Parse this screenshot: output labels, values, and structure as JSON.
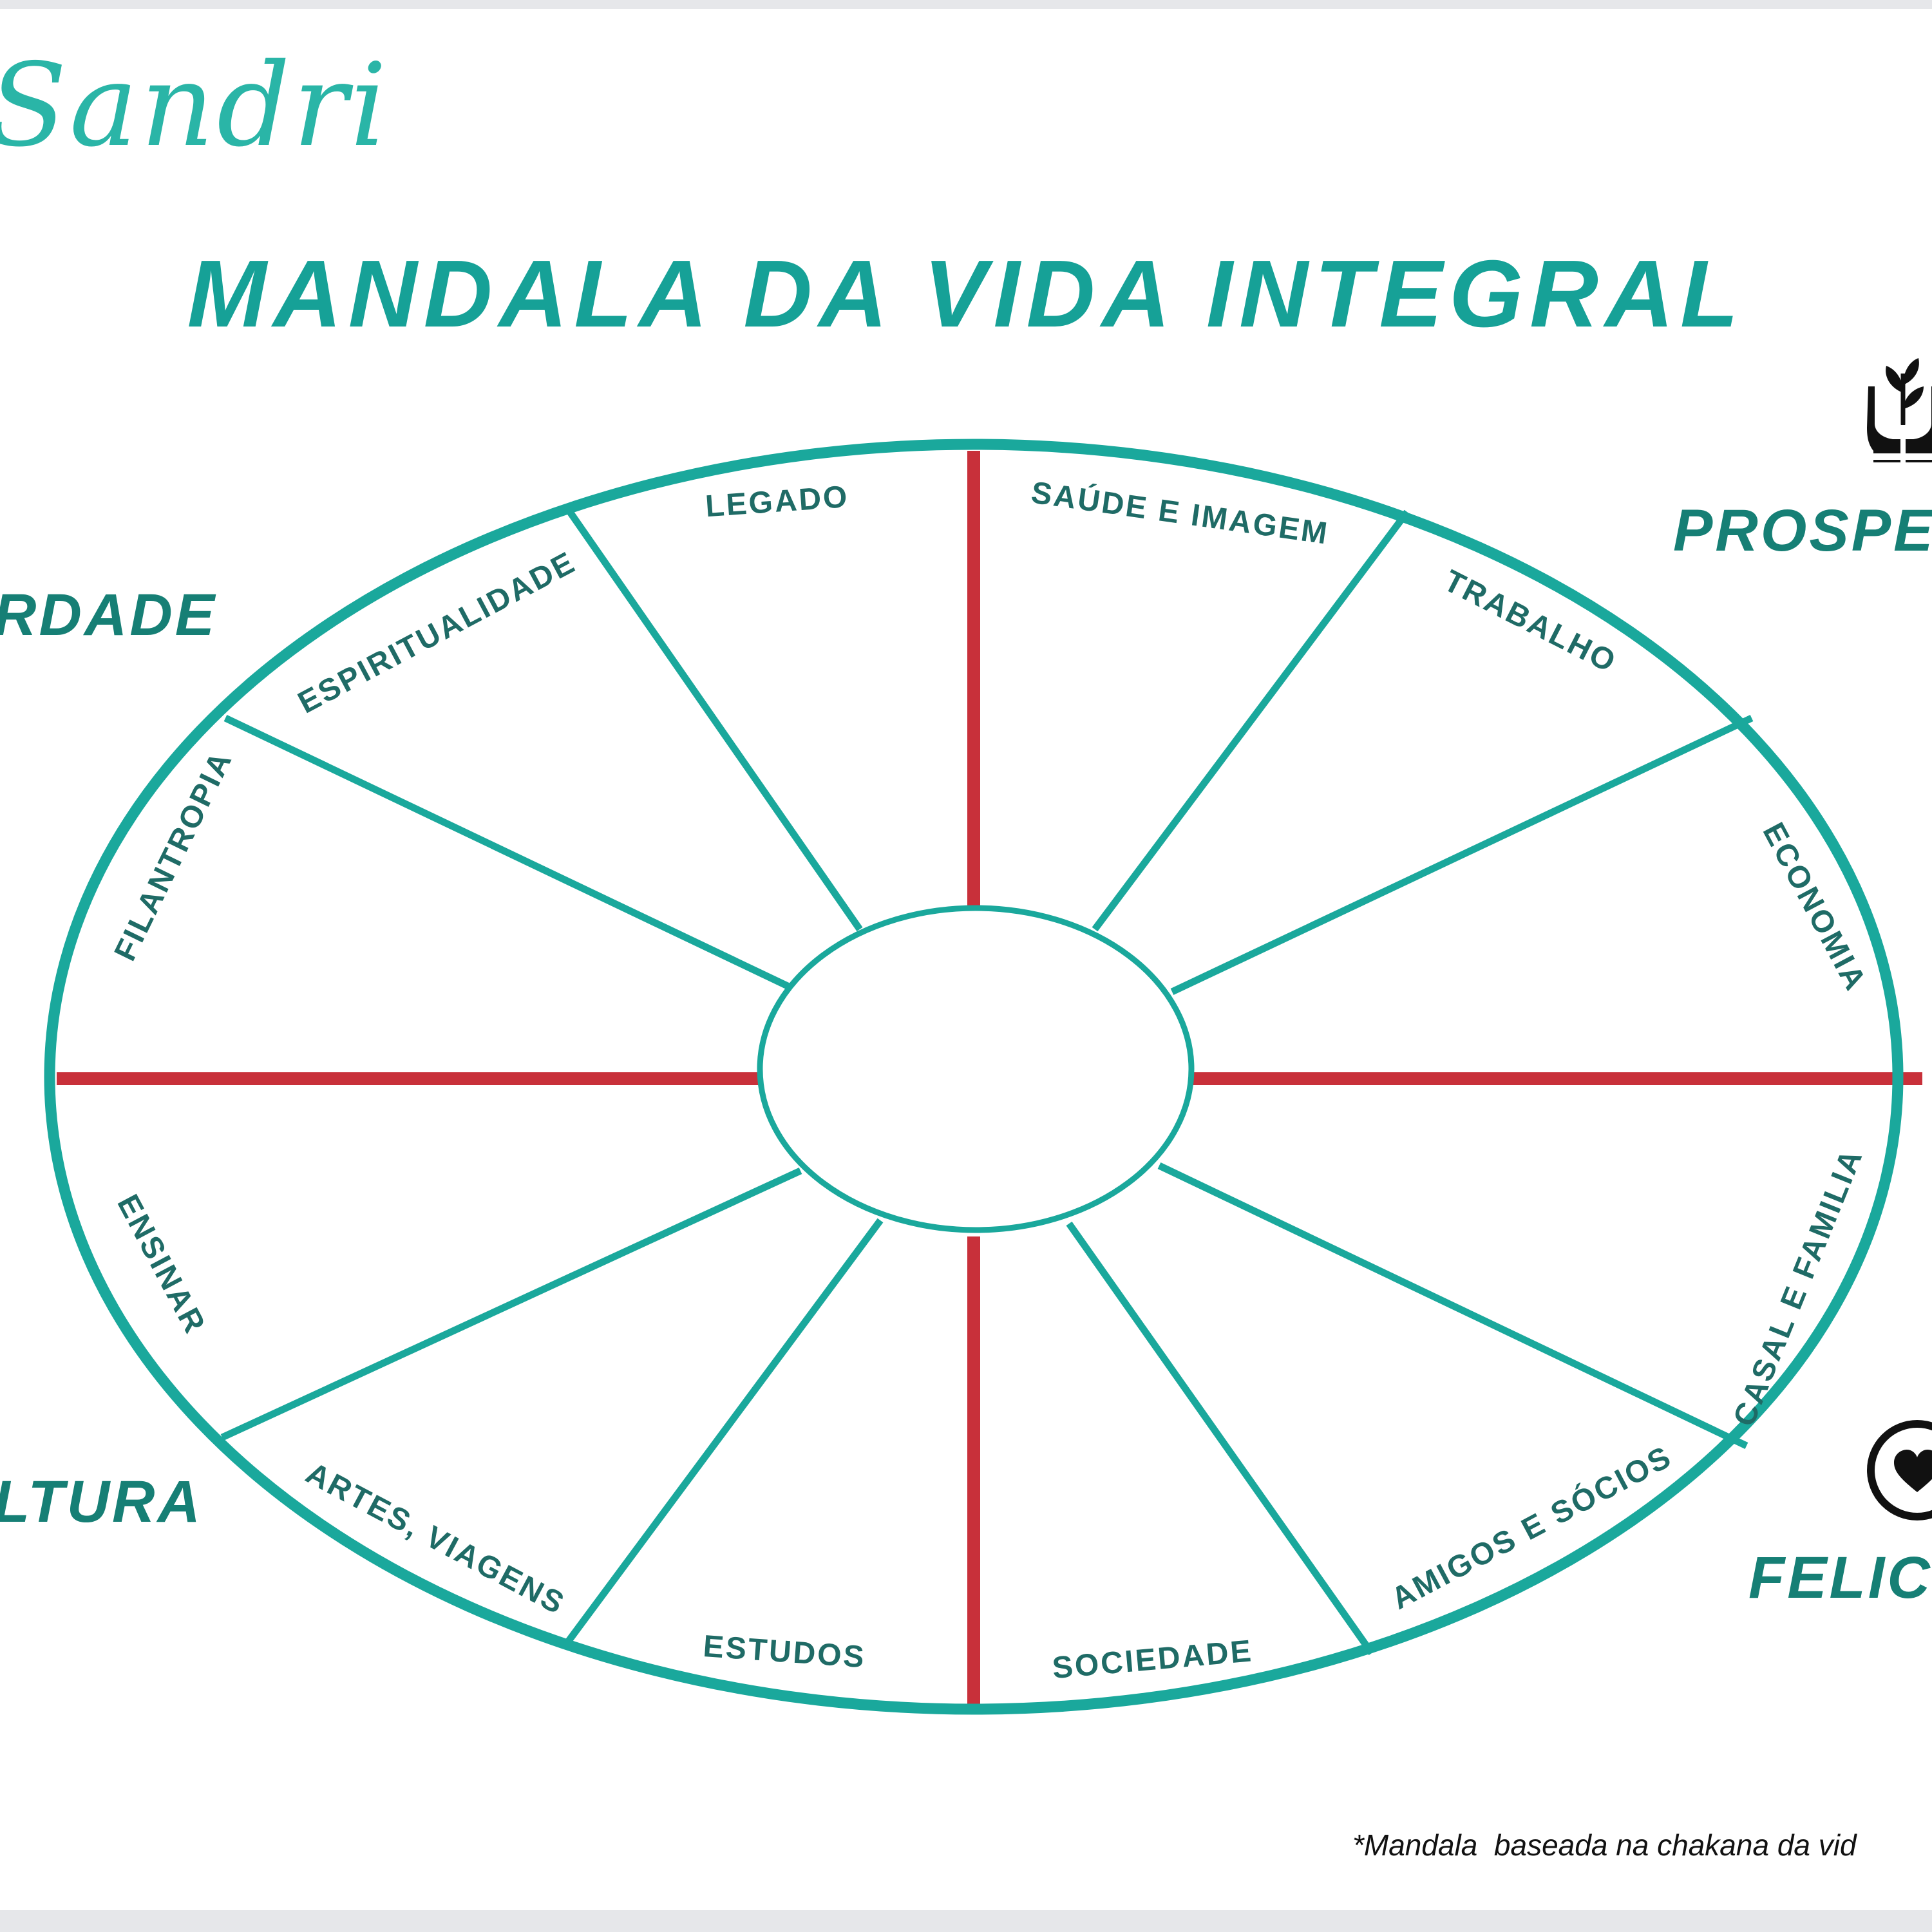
{
  "brand": "Sandri",
  "title": "MANDALA DA VIDA INTEGRAL",
  "quadrant_labels": {
    "top_left": "RDADE",
    "bottom_left": "LTURA",
    "top_right": "PROSPER",
    "bottom_right": "FELICI"
  },
  "segments": [
    "LEGADO",
    "SAÚDE E IMAGEM",
    "TRABALHO",
    "ECONOMIA",
    "CASAL E FAMILIA",
    "AMIGOS E SÓCIOS",
    "SOCIEDADE",
    "ESTUDOS",
    "ARTES, VIAGENS",
    "ENSINAR",
    "FILANTROPIA",
    "ESPIRITUALIDADE"
  ],
  "footnote": "*Mandala  baseada na chakana da vid",
  "icons": {
    "prosperity": "hands-plant-icon",
    "happiness": "heart-icon"
  },
  "colors": {
    "teal": "#1aa89c",
    "red_axis": "#c8303a",
    "label_dark": "#1f6b66"
  }
}
